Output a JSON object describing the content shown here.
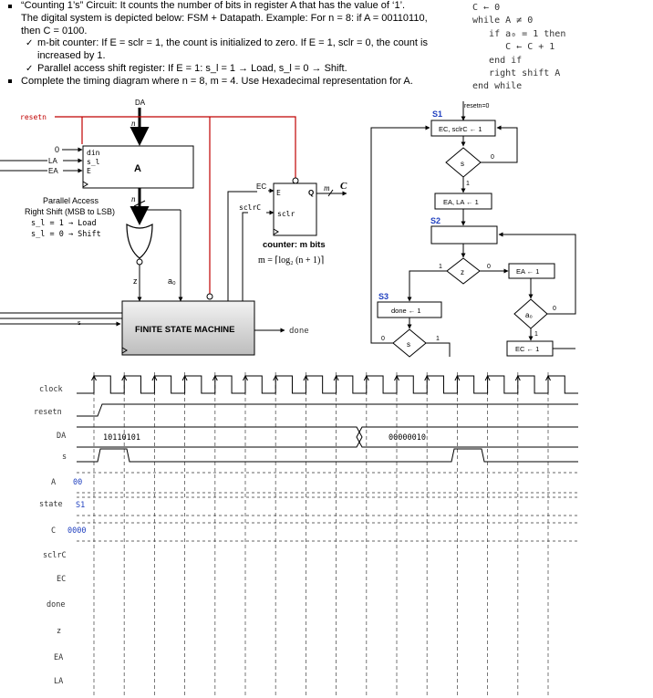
{
  "bullets": {
    "line1": "“Counting 1’s” Circuit: It counts the number of bits in register A that has the value of ‘1’.",
    "line2": "The digital system is depicted below: FSM + Datapath. Example: For n = 8: if A = 00110110,",
    "line3": "then C = 0100.",
    "line4": "m-bit counter: If E = sclr = 1, the count is initialized to zero. If E = 1, sclr = 0, the count is",
    "line5": "increased by 1.",
    "line6": "Parallel access shift register: If E = 1: s_l = 1 → Load, s_l = 0 → Shift.",
    "line7": "Complete the timing diagram where n = 8, m = 4. Use Hexadecimal representation for A.",
    "check": "✓"
  },
  "pseudocode": {
    "l1": "C ← 0",
    "l2": "while A ≠ 0",
    "l3": "   if a₀ = 1 then",
    "l4": "      C ← C + 1",
    "l5": "   end if",
    "l6": "   right shift A",
    "l7": "end while"
  },
  "datapath": {
    "da": "DA",
    "resetn": "resetn",
    "n1": "n",
    "n2": "n",
    "in0": "0",
    "la": "LA",
    "ea": "EA",
    "port_din": "din",
    "port_sl": "s_l",
    "port_e": "E",
    "reg_a": "A",
    "desc1": "Parallel Access",
    "desc2": "Right Shift (MSB to LSB)",
    "desc3": "s_l = 1 → Load",
    "desc4": "s_l = 0 → Shift",
    "z": "z",
    "a0": "a₀",
    "ec": "EC",
    "sclrc": "sclrC",
    "cnt_e": "E",
    "cnt_sclr": "sclr",
    "cnt_q": "Q",
    "m": "m",
    "c": "C",
    "counter_title": "counter: m bits",
    "counter_formula": "m = ⌈log₂ (n + 1)⌉",
    "fsm": "FINITE STATE MACHINE",
    "s": "s",
    "done": "done"
  },
  "fsm_diagram": {
    "resetn0": "resetn=0",
    "s1": "S1",
    "box_s1": "EC, sclrC ← 1",
    "dec_s": "s",
    "s_0": "0",
    "s_1": "1",
    "box_ea": "EA, LA ← 1",
    "s2": "S2",
    "dec_z": "z",
    "z_1": "1",
    "z_0": "0",
    "box_ea2": "EA ← 1",
    "s3": "S3",
    "box_done": "done ← 1",
    "dec_a0": "a₀",
    "a0_0": "0",
    "a0_1": "1",
    "dec_s2": "s",
    "s2_0": "0",
    "s2_1": "1",
    "box_ec": "EC ← 1"
  },
  "timing": {
    "labels": [
      "clock",
      "resetn",
      "DA",
      "s",
      "A",
      "state",
      "C",
      "sclrC",
      "EC",
      "done",
      "z",
      "EA",
      "LA"
    ],
    "da_value1": "10110101",
    "da_value2": "00000010",
    "a_init": "00",
    "state_init": "S1",
    "c_init": "0000",
    "accent": "#1f3fbf"
  }
}
